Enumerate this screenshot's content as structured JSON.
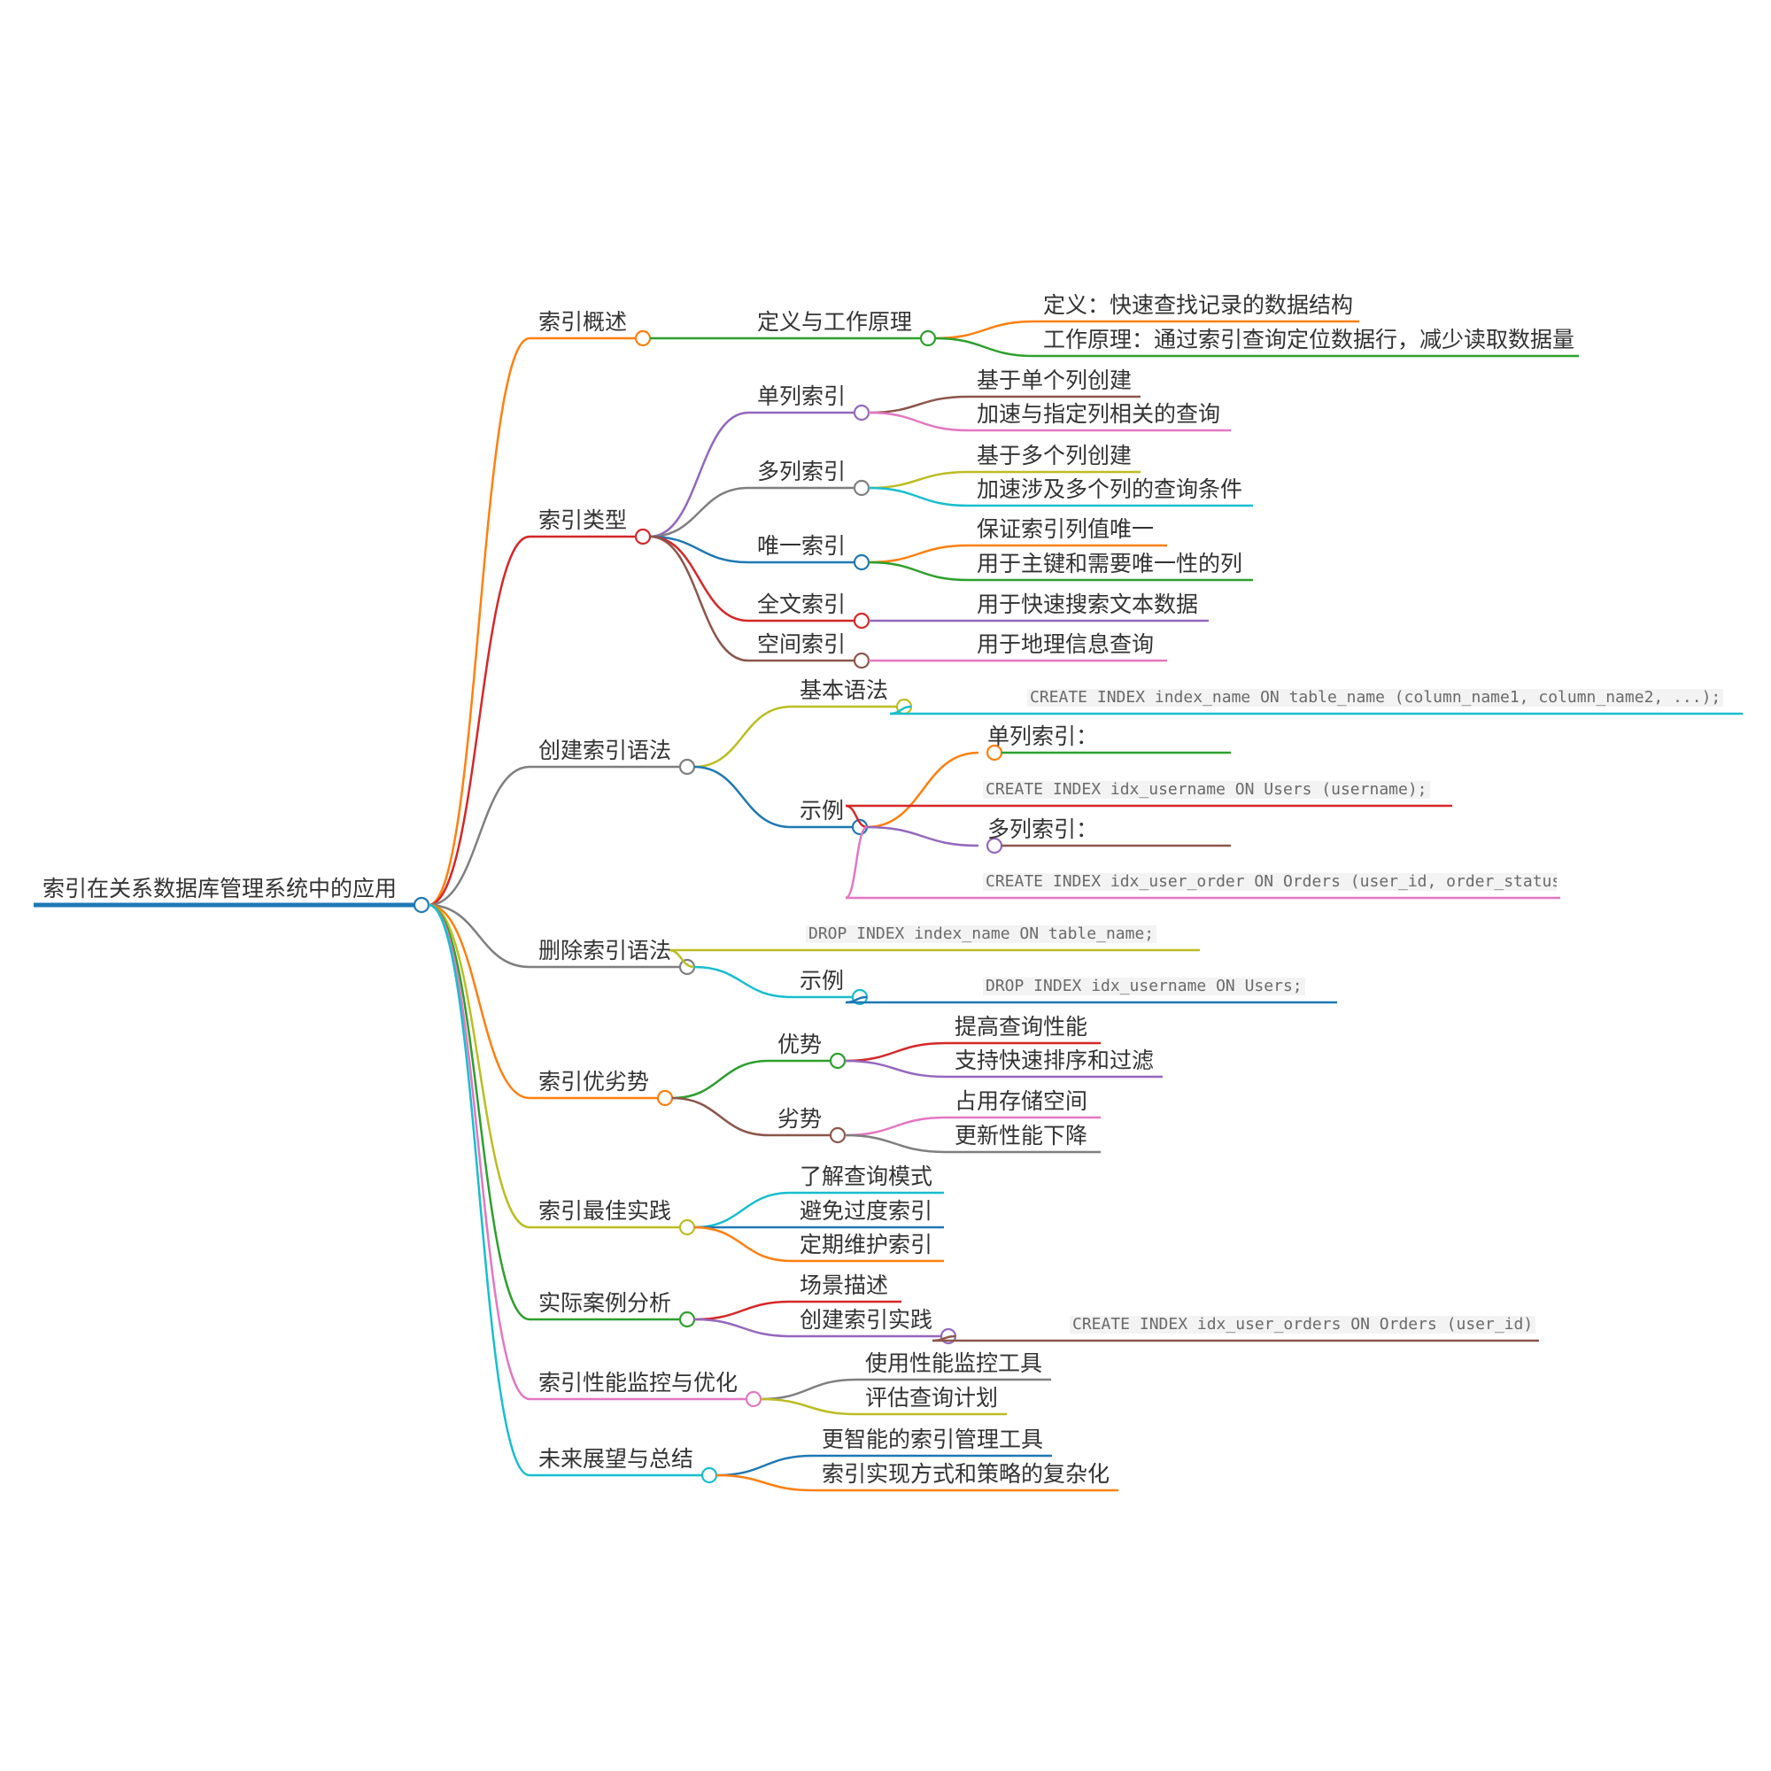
{
  "colors": {
    "blue": "#1f78b4",
    "orange": "#ff7f0e",
    "green": "#2ca02c",
    "red": "#d62728",
    "purple": "#9467bd",
    "brown": "#8c564b",
    "pink": "#e377c2",
    "gray": "#7f7f7f",
    "olive": "#bcbd22",
    "cyan": "#17becf"
  },
  "mindmap": {
    "root": {
      "label": "索引在关系数据库管理系统中的应用",
      "color": "#1f78b4",
      "children": [
        {
          "label": "索引概述",
          "color": "#ff7f0e",
          "children": [
            {
              "label": "定义与工作原理",
              "color": "#2ca02c",
              "children": [
                {
                  "label": "定义：快速查找记录的数据结构",
                  "color": "#ff7f0e"
                },
                {
                  "label": "工作原理：通过索引查询定位数据行，减少读取数据量",
                  "color": "#2ca02c"
                }
              ]
            }
          ]
        },
        {
          "label": "索引类型",
          "color": "#d62728",
          "children": [
            {
              "label": "单列索引",
              "color": "#9467bd",
              "children": [
                {
                  "label": "基于单个列创建",
                  "color": "#8c564b"
                },
                {
                  "label": "加速与指定列相关的查询",
                  "color": "#e377c2"
                }
              ]
            },
            {
              "label": "多列索引",
              "color": "#7f7f7f",
              "children": [
                {
                  "label": "基于多个列创建",
                  "color": "#bcbd22"
                },
                {
                  "label": "加速涉及多个列的查询条件",
                  "color": "#17becf"
                }
              ]
            },
            {
              "label": "唯一索引",
              "color": "#1f78b4",
              "children": [
                {
                  "label": "保证索引列值唯一",
                  "color": "#ff7f0e"
                },
                {
                  "label": "用于主键和需要唯一性的列",
                  "color": "#2ca02c"
                }
              ]
            },
            {
              "label": "全文索引",
              "color": "#d62728",
              "children": [
                {
                  "label": "用于快速搜索文本数据",
                  "color": "#9467bd"
                }
              ]
            },
            {
              "label": "空间索引",
              "color": "#8c564b",
              "children": [
                {
                  "label": "用于地理信息查询",
                  "color": "#e377c2"
                }
              ]
            }
          ]
        },
        {
          "label": "创建索引语法",
          "color": "#7f7f7f",
          "children": [
            {
              "label": "基本语法",
              "color": "#bcbd22",
              "children": [
                {
                  "label": "CREATE INDEX index_name ON table_name (column_name1, column_name2, ...);",
                  "color": "#17becf",
                  "code": true
                }
              ]
            },
            {
              "label": "示例",
              "color": "#1f78b4",
              "children": [
                {
                  "label": "单列索引：",
                  "color": "#ff7f0e",
                  "children": [
                    {
                      "label": "",
                      "color": "#2ca02c"
                    }
                  ]
                },
                {
                  "label": "CREATE INDEX idx_username ON Users (username);",
                  "color": "#d62728",
                  "code": true
                },
                {
                  "label": "多列索引：",
                  "color": "#9467bd",
                  "children": [
                    {
                      "label": "",
                      "color": "#8c564b"
                    }
                  ]
                },
                {
                  "label": "CREATE INDEX idx_user_order ON Orders (user_id, order_status);",
                  "color": "#e377c2",
                  "code": true
                }
              ]
            }
          ]
        },
        {
          "label": "删除索引语法",
          "color": "#7f7f7f",
          "children": [
            {
              "label": "DROP INDEX index_name ON table_name;",
              "color": "#bcbd22",
              "code": true
            },
            {
              "label": "示例",
              "color": "#17becf",
              "children": [
                {
                  "label": "DROP INDEX idx_username ON Users;",
                  "color": "#1f78b4",
                  "code": true
                }
              ]
            }
          ]
        },
        {
          "label": "索引优劣势",
          "color": "#ff7f0e",
          "children": [
            {
              "label": "优势",
              "color": "#2ca02c",
              "children": [
                {
                  "label": "提高查询性能",
                  "color": "#d62728"
                },
                {
                  "label": "支持快速排序和过滤",
                  "color": "#9467bd"
                }
              ]
            },
            {
              "label": "劣势",
              "color": "#8c564b",
              "children": [
                {
                  "label": "占用存储空间",
                  "color": "#e377c2"
                },
                {
                  "label": "更新性能下降",
                  "color": "#7f7f7f"
                }
              ]
            }
          ]
        },
        {
          "label": "索引最佳实践",
          "color": "#bcbd22",
          "children": [
            {
              "label": "了解查询模式",
              "color": "#17becf"
            },
            {
              "label": "避免过度索引",
              "color": "#1f78b4"
            },
            {
              "label": "定期维护索引",
              "color": "#ff7f0e"
            }
          ]
        },
        {
          "label": "实际案例分析",
          "color": "#2ca02c",
          "children": [
            {
              "label": "场景描述",
              "color": "#d62728"
            },
            {
              "label": "创建索引实践",
              "color": "#9467bd",
              "children": [
                {
                  "label": "CREATE INDEX idx_user_orders ON Orders (user_id)",
                  "color": "#8c564b",
                  "code": true
                }
              ]
            }
          ]
        },
        {
          "label": "索引性能监控与优化",
          "color": "#e377c2",
          "children": [
            {
              "label": "使用性能监控工具",
              "color": "#7f7f7f"
            },
            {
              "label": "评估查询计划",
              "color": "#bcbd22"
            }
          ]
        },
        {
          "label": "未来展望与总结",
          "color": "#17becf",
          "children": [
            {
              "label": "更智能的索引管理工具",
              "color": "#1f78b4"
            },
            {
              "label": "索引实现方式和策略的复杂化",
              "color": "#ff7f0e"
            }
          ]
        }
      ]
    }
  }
}
